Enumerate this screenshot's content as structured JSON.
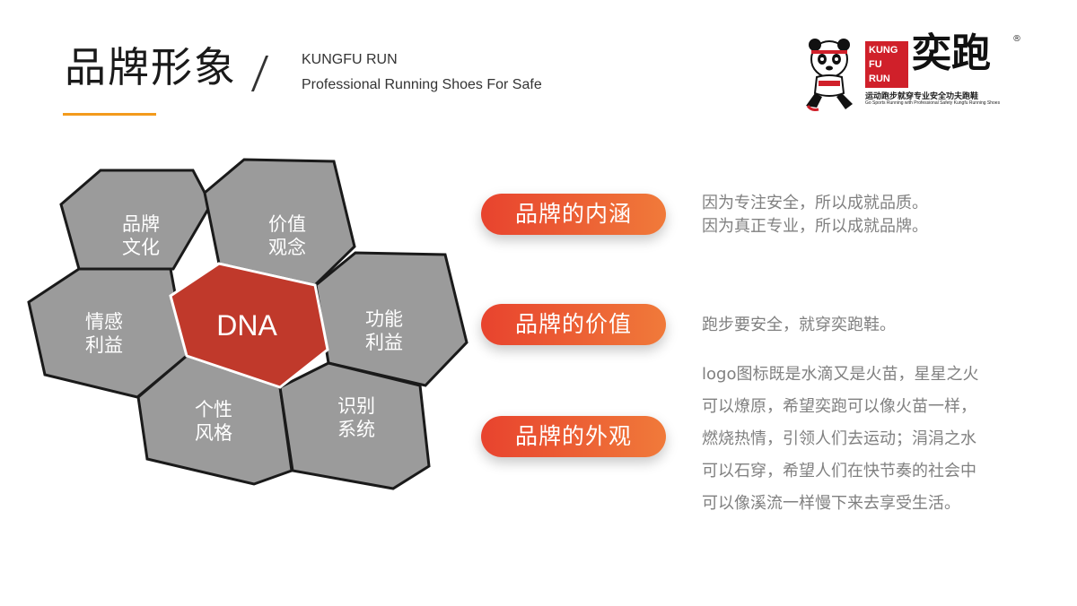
{
  "header": {
    "title": "品牌形象",
    "subtitle_line1": "KUNGFU RUN",
    "subtitle_line2": "Professional Running Shoes  For Safe"
  },
  "logo": {
    "badge_lines": [
      "KUNG",
      "FU",
      "RUN"
    ],
    "brand_name": "奕跑",
    "registered": "®",
    "tagline_cn": "运动跑步就穿专业安全功夫跑鞋",
    "tagline_en": "Go Sports Running with Professional Safety Kungfu Running Shoes"
  },
  "hexagons": {
    "brand_culture": [
      "品牌",
      "文化"
    ],
    "value_concept": [
      "价值",
      "观念"
    ],
    "emotional_benefit": [
      "情感",
      "利益"
    ],
    "core": "DNA",
    "functional_benefit": [
      "功能",
      "利益"
    ],
    "personality_style": [
      "个性",
      "风格"
    ],
    "identity_system": [
      "识别",
      "系统"
    ]
  },
  "sections": [
    {
      "label": "品牌的内涵",
      "lines": [
        "因为专注安全，所以成就品质。",
        "因为真正专业，所以成就品牌。"
      ]
    },
    {
      "label": "品牌的价值",
      "lines": [
        "跑步要安全，就穿奕跑鞋。"
      ]
    },
    {
      "label": "品牌的外观",
      "lines": [
        "logo图标既是水滴又是火苗，星星之火",
        "可以燎原，希望奕跑可以像火苗一样，",
        "燃烧热情，引领人们去运动；涓涓之水",
        "可以石穿，希望人们在快节奏的社会中",
        "可以像溪流一样慢下来去享受生活。"
      ]
    }
  ],
  "colors": {
    "hex_fill": "#9b9b9b",
    "hex_border": "#1a1a1a",
    "core_fill": "#c0392b",
    "accent": "#f39a1c",
    "pill_start": "#e8432e",
    "pill_end": "#f07a3a",
    "text_gray": "#808080"
  }
}
